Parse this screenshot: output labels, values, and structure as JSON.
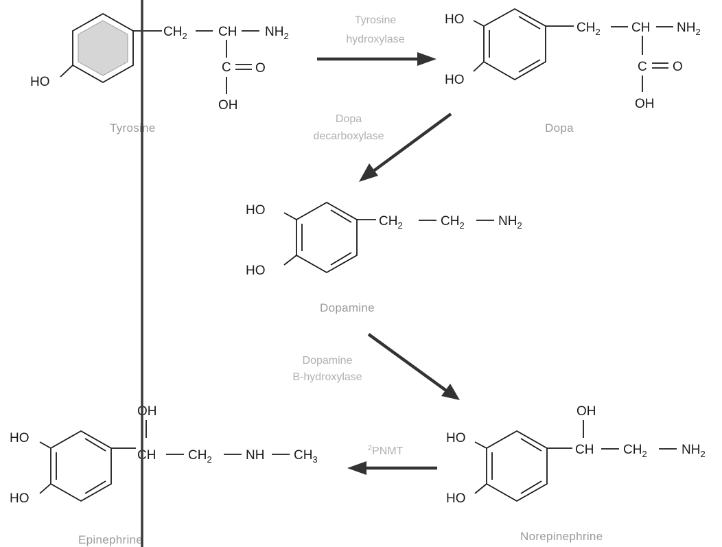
{
  "compounds": {
    "tyrosine": {
      "name": "Tyrosine",
      "ho": "HO",
      "ch2": "CH",
      "ch": "CH",
      "nh2": "NH",
      "c": "C",
      "o": "O",
      "oh": "OH"
    },
    "dopa": {
      "name": "Dopa",
      "ho_top": "HO",
      "ho_bottom": "HO",
      "ch2": "CH",
      "ch": "CH",
      "nh2": "NH",
      "c": "C",
      "o": "O",
      "oh": "OH"
    },
    "dopamine": {
      "name": "Dopamine",
      "ho_top": "HO",
      "ho_bottom": "HO",
      "ch2_a": "CH",
      "ch2_b": "CH",
      "nh2": "NH"
    },
    "norepinephrine": {
      "name": "Norepinephrine",
      "ho_top": "HO",
      "ho_bottom": "HO",
      "oh": "OH",
      "ch": "CH",
      "ch2": "CH",
      "nh2": "NH"
    },
    "epinephrine": {
      "name": "Epinephrine",
      "ho_top": "HO",
      "ho_bottom": "HO",
      "oh": "OH",
      "ch": "CH",
      "ch2": "CH",
      "nh": "NH",
      "ch3": "CH"
    }
  },
  "subscripts": {
    "two": "2",
    "three": "3"
  },
  "enzymes": {
    "tyrosine_hydroxylase": [
      "Tyrosine",
      "hydroxylase"
    ],
    "dopa_decarboxylase": [
      "Dopa",
      "decarboxylase"
    ],
    "dopamine_b_hydroxylase": [
      "Dopamine",
      "B-hydroxylase"
    ],
    "pnmt": {
      "superscript": "2",
      "label": "PNMT"
    }
  },
  "colors": {
    "structure": "#1a1a1a",
    "compound_name": "#9a9a9a",
    "enzyme_label": "#b0b0b0",
    "arrow": "#333333",
    "vertical_line": "#3a3a3a"
  }
}
